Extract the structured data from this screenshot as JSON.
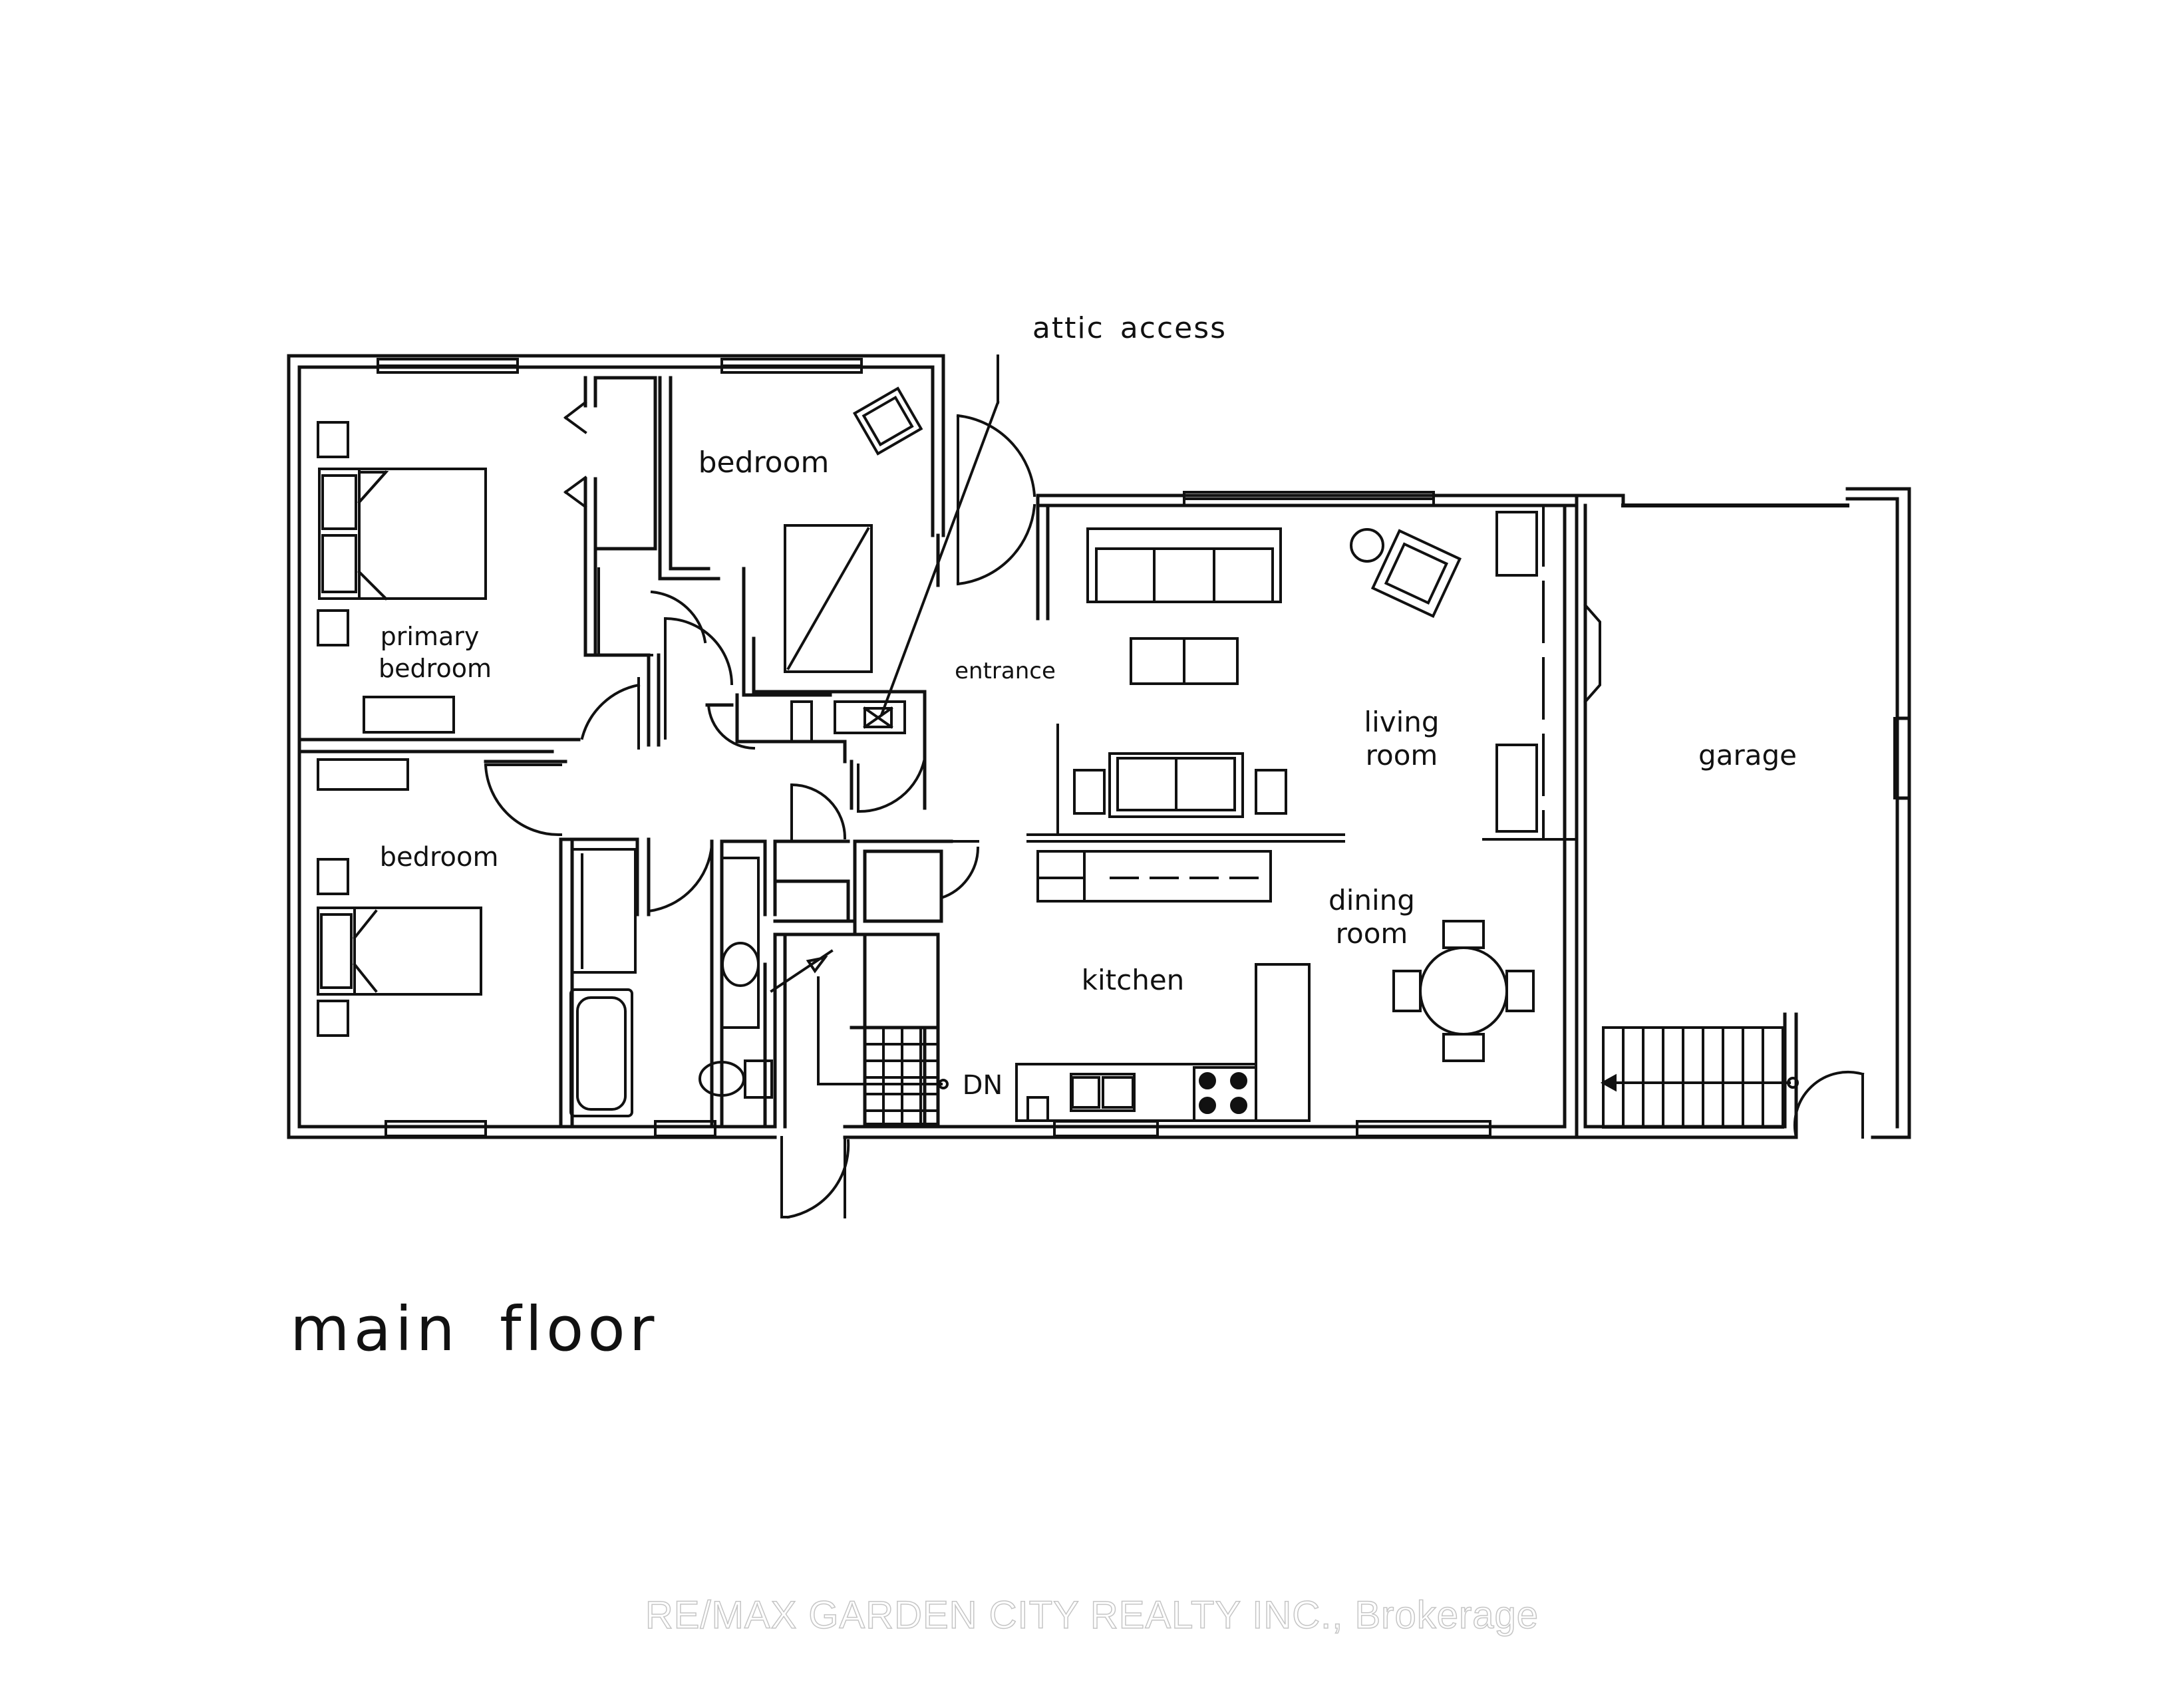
{
  "labels": {
    "attic_access": "attic access",
    "bedroom_top": "bedroom",
    "primary_bedroom_line1": "primary",
    "primary_bedroom_line2": "bedroom",
    "entrance": "entrance",
    "living_room_line1": "living",
    "living_room_line2": "room",
    "garage": "garage",
    "bedroom_bottom": "bedroom",
    "dining_room_line1": "dining",
    "dining_room_line2": "room",
    "kitchen": "kitchen",
    "stairs_down": "DN"
  },
  "caption": "main floor",
  "watermark": "RE/MAX GARDEN CITY REALTY INC., Brokerage",
  "colors": {
    "line": "#111111",
    "background": "#ffffff"
  }
}
